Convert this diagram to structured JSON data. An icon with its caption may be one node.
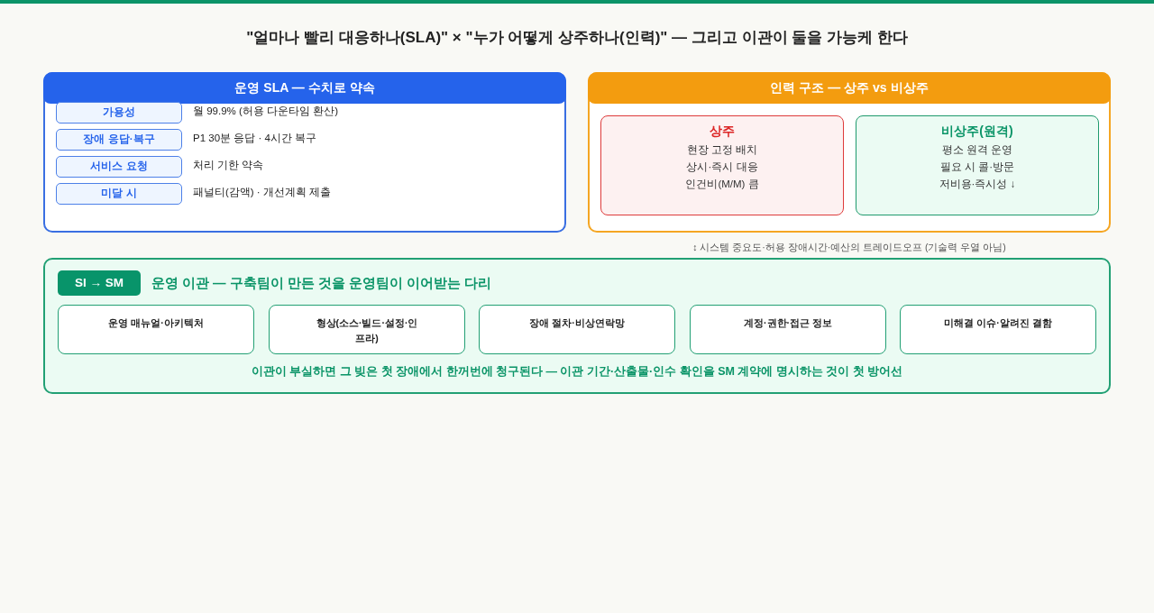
{
  "diagram": {
    "title": "\"얼마나 빨리 대응하나(SLA)\" × \"누가 어떻게 상주하나(인력)\" — 그리고 이관이 둘을 가능케 한다",
    "nodes": [
      {
        "text": [
          "운영 SLA — 수치로 약속"
        ]
      },
      {
        "text": [
          "가용성"
        ],
        "in": 0,
        "beside": [
          "월 99.9% (허용 다운타임 환산)"
        ]
      },
      {
        "text": [
          "장애 응답·복구"
        ],
        "in": 0,
        "beside": [
          "P1 30분 응답 · 4시간 복구"
        ]
      },
      {
        "text": [
          "서비스 요청"
        ],
        "in": 0,
        "beside": [
          "처리 기한 약속"
        ]
      },
      {
        "text": [
          "미달 시"
        ],
        "in": 0,
        "beside": [
          "패널티(감액) · 개선계획 제출"
        ]
      },
      {
        "text": [
          "인력 구조 — 상주 vs 비상주"
        ]
      },
      {
        "text": [
          "상주",
          "현장 고정 배치",
          "상시·즉시 대응",
          "인건비(M/M) 큼"
        ],
        "in": 5
      },
      {
        "text": [
          "비상주(원격)",
          "평소 원격 운영",
          "필요 시 콜·방문",
          "저비용·즉시성 ↓"
        ],
        "in": 5
      },
      {
        "text": [
          "운영 이관 — 구축팀이 만든 것을 운영팀이 이어받는 다리",
          "이관이 부실하면 그 빚은 첫 장애에서 한꺼번에 청구된다 — 이관 기간·산출물·인수 확인을 SM 계약에 명시하는 것이 첫 방어선"
        ]
      },
      {
        "text": [
          "SI → SM"
        ],
        "in": 8
      },
      {
        "text": [
          "운영 매뉴얼·아키텍처"
        ],
        "in": 8
      },
      {
        "text": [
          "형상(소스·빌드·설정·인프라)"
        ],
        "in": 8
      },
      {
        "text": [
          "장애 절차·비상연락망"
        ],
        "in": 8
      },
      {
        "text": [
          "계정·권한·접근 정보"
        ],
        "in": 8
      },
      {
        "text": [
          "미해결 이슈·알려진 결함"
        ],
        "in": 8
      }
    ],
    "labels": [
      "↕ 시스템 중요도·허용 장애시간·예산의 트레이드오프 (기술력 우열 아님)"
    ]
  }
}
